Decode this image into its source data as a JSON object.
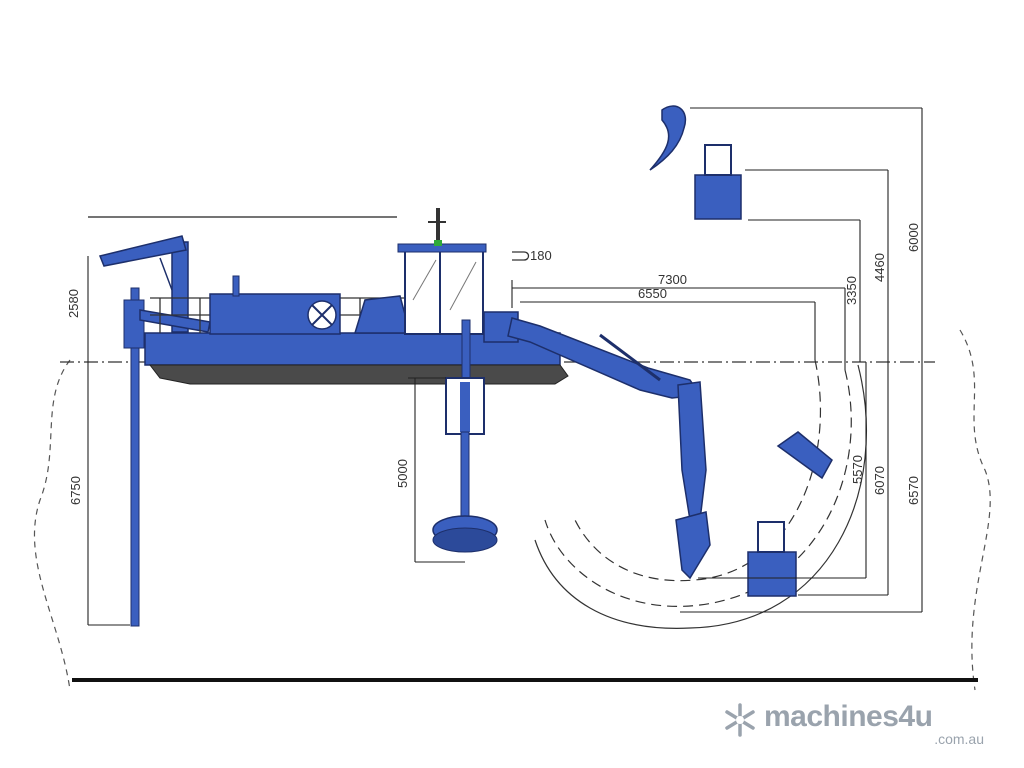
{
  "diagram": {
    "dimensions": {
      "d2580": "2580",
      "d6750": "6750",
      "d5000": "5000",
      "d180": "180",
      "d7300": "7300",
      "d6550": "6550",
      "d3350": "3350",
      "d4460": "4460",
      "d6000": "6000",
      "d5570": "5570",
      "d6070": "6070",
      "d6570": "6570"
    },
    "colors": {
      "machine": "#3a5fbf",
      "machine_dark": "#243c8a",
      "hull_bottom": "#4a4a4a",
      "line": "#222222"
    }
  },
  "watermark": {
    "brand_main": "machines4u",
    "brand_sub": ".com.au",
    "icon": "snowflake-logo-icon"
  }
}
